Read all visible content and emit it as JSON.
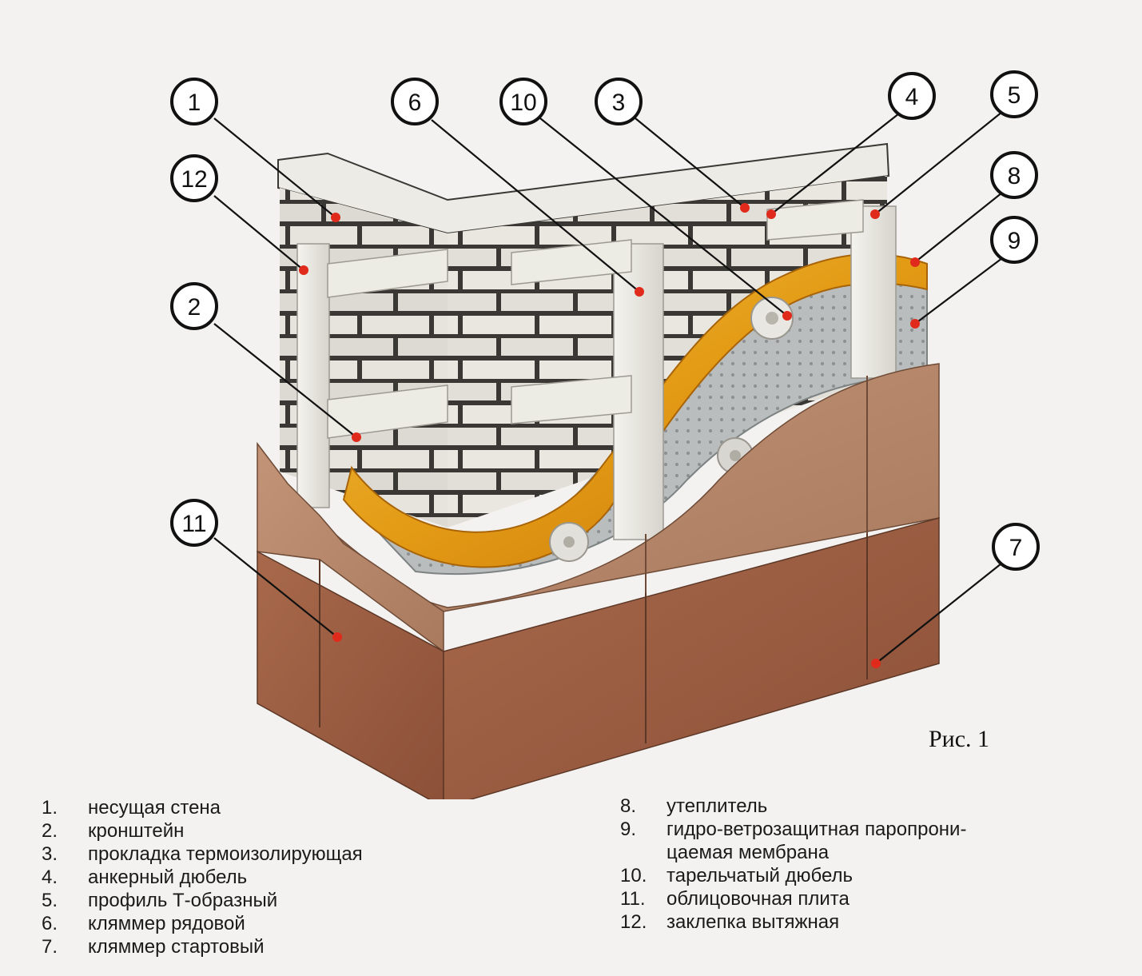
{
  "figure": {
    "caption": "Рис. 1",
    "callouts": [
      "1",
      "2",
      "3",
      "4",
      "5",
      "6",
      "7",
      "8",
      "9",
      "10",
      "11",
      "12"
    ]
  },
  "legend": {
    "left": [
      {
        "num": "1.",
        "label": "несущая стена"
      },
      {
        "num": "2.",
        "label": "кронштейн"
      },
      {
        "num": "3.",
        "label": "прокладка термоизолирующая"
      },
      {
        "num": "4.",
        "label": "анкерный дюбель"
      },
      {
        "num": "5.",
        "label": "профиль Т-образный"
      },
      {
        "num": "6.",
        "label": "кляммер рядовой"
      },
      {
        "num": "7.",
        "label": "кляммер стартовый"
      }
    ],
    "right": [
      {
        "num": "8.",
        "label": "утеплитель"
      },
      {
        "num": "9.",
        "label": "гидро-ветрозащитная паропрони-",
        "cont": "цаемая мембрана"
      },
      {
        "num": "10.",
        "label": "тарельчатый дюбель"
      },
      {
        "num": "11.",
        "label": "облицовочная плита"
      },
      {
        "num": "12.",
        "label": "заклепка вытяжная"
      }
    ]
  },
  "colors": {
    "brick": "#e6e4dc",
    "mortar": "#3a3834",
    "insulation": "#e8a21c",
    "membrane": "#b8bcbc",
    "panel_upper": "#b78a6c",
    "panel_lower": "#9a5f44",
    "profile": "#ecebe4",
    "marker": "#e02a1b"
  }
}
